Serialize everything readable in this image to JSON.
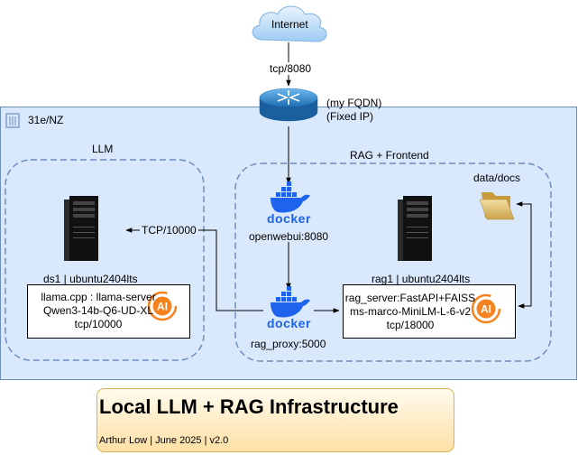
{
  "internet": {
    "label": "Internet"
  },
  "links": {
    "internet_router": "tcp/8080",
    "ds1_proxy": "TCP/10000"
  },
  "router": {
    "label_line1": "(my FQDN)",
    "label_line2": "(Fixed IP)"
  },
  "region": {
    "label": "31e/NZ"
  },
  "groups": {
    "llm": "LLM",
    "rag": "RAG + Frontend"
  },
  "ds1": {
    "name": "ds1 | ubuntu2404lts",
    "lines": [
      "llama.cpp : llama-server",
      "Qwen3-14b-Q6-UD-XL",
      "tcp/10000"
    ]
  },
  "rag1": {
    "name": "rag1 | ubuntu2404lts",
    "lines": [
      "rag_server:FastAPI+FAISS",
      "ms-marco-MiniLM-L-6-v2",
      "tcp/18000"
    ]
  },
  "openwebui": {
    "label": "openwebui:8080",
    "logo": "docker"
  },
  "rag_proxy": {
    "label": "rag_proxy:5000",
    "logo": "docker"
  },
  "data_docs": {
    "label": "data/docs"
  },
  "ai_badge": "AI",
  "footer": {
    "title": "Local LLM + RAG Infrastructure",
    "subtitle": "Arthur Low | June 2025 | v2.0"
  },
  "colors": {
    "region_fill": "#dae8fc",
    "region_border": "#6c8ebf",
    "group_border": "#6c8ebf",
    "docker_blue": "#1d63ed",
    "ai_orange": "#f5821f",
    "footer_fill_top": "#fffbee",
    "footer_fill_bottom": "#fde7b6",
    "footer_border": "#d6b656"
  },
  "icons": [
    "cloud-icon",
    "router-icon",
    "building-icon",
    "server-tower-icon",
    "docker-icon",
    "folder-icon",
    "ai-icon"
  ]
}
